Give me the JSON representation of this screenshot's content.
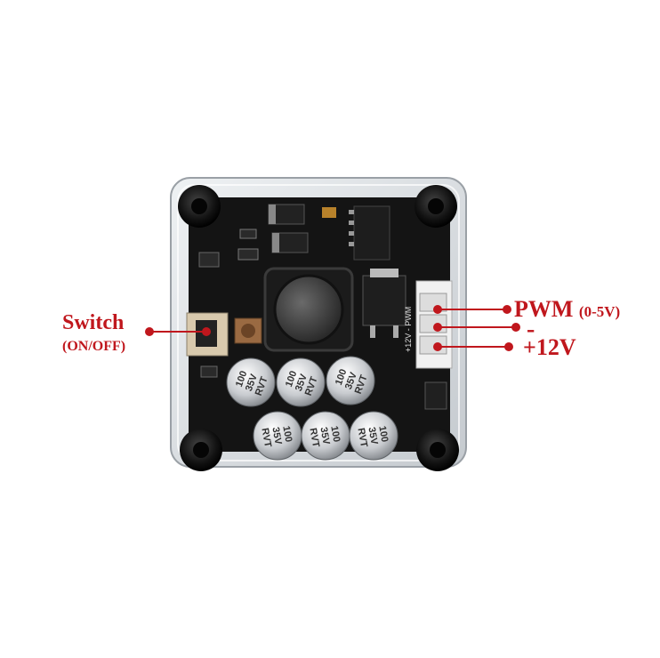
{
  "labels": {
    "switch_title": "Switch",
    "switch_sub": "(ON/OFF)",
    "pwm": "PWM",
    "pwm_range": "(0-5V)",
    "minus": "-",
    "plus12": "+12V"
  },
  "board_print": {
    "header_mark": "+12V - PWM"
  },
  "capacitors": [
    {
      "value": "100",
      "voltage": "35V",
      "brand": "RVT"
    },
    {
      "value": "100",
      "voltage": "35V",
      "brand": "RVT"
    },
    {
      "value": "100",
      "voltage": "35V",
      "brand": "RVT"
    },
    {
      "value": "100",
      "voltage": "35V",
      "brand": "RVT"
    },
    {
      "value": "100",
      "voltage": "35V",
      "brand": "RVT"
    },
    {
      "value": "100",
      "voltage": "35V",
      "brand": "RVT"
    }
  ],
  "colors": {
    "annotation": "#c0171d",
    "pcb": "#141414",
    "acrylic": "#d9dde0"
  }
}
